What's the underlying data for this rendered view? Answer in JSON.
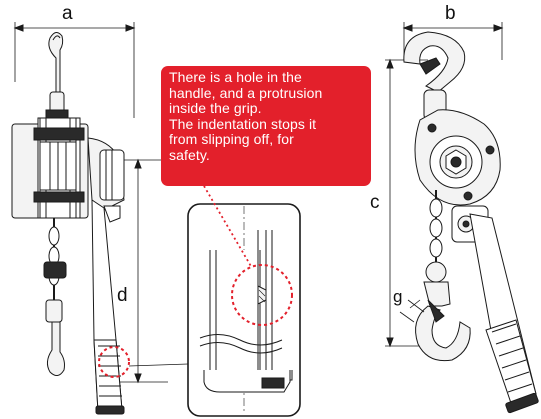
{
  "dimensions": {
    "a": "a",
    "b": "b",
    "c": "c",
    "d": "d",
    "g": "g"
  },
  "callout": {
    "lines": [
      "There is a hole in the",
      "handle, and a protrusion",
      "inside the grip.",
      "The indentation stops it",
      "from slipping off, for",
      "safety."
    ]
  },
  "colors": {
    "callout": "#e3202b",
    "marker": "#e3202b",
    "line": "#1a1a1a",
    "fill_light": "#f3f3f3",
    "fill_dark": "#2a2a2a"
  }
}
